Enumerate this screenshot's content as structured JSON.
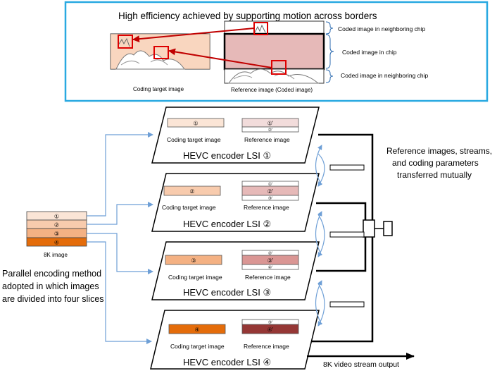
{
  "top_panel": {
    "title": "High efficiency achieved by supporting  motion across borders",
    "coding_target_caption": "Coding target image",
    "reference_caption": "Reference image (Coded image)",
    "label_upper_neighbor": "Coded image in neighboring chip",
    "label_in_chip": "Coded image in chip",
    "label_lower_neighbor": "Coded image in neighboring chip"
  },
  "input": {
    "slices": [
      "①",
      "②",
      "③",
      "④"
    ],
    "caption": "8K image",
    "description_lines": [
      "Parallel encoding method",
      "adopted in which images",
      "are divided into four slices"
    ]
  },
  "encoders": [
    {
      "name": "HEVC encoder LSI ①",
      "target_label": "Coding target image",
      "reference_label": "Reference image",
      "target_slice": "①",
      "ref_slices": [
        "①'",
        "②'"
      ]
    },
    {
      "name": "HEVC encoder LSI ②",
      "target_label": "Coding target image",
      "reference_label": "Reference image",
      "target_slice": "②",
      "ref_slices": [
        "①'",
        "②'",
        "③'"
      ]
    },
    {
      "name": "HEVC encoder LSI ③",
      "target_label": "Coding target image",
      "reference_label": "Reference image",
      "target_slice": "③",
      "ref_slices": [
        "②'",
        "③'",
        "④'"
      ]
    },
    {
      "name": "HEVC encoder LSI ④",
      "target_label": "Coding target image",
      "reference_label": "Reference image",
      "target_slice": "④",
      "ref_slices": [
        "③'",
        "④'"
      ]
    }
  ],
  "transfer_note_lines": [
    "Reference images, streams,",
    "and coding parameters",
    "transferred mutually"
  ],
  "output_label": "8K video stream output",
  "colors": {
    "panel_border": "#29a9e1",
    "slice1": "#fbe5d6",
    "slice2": "#f8cbad",
    "slice3": "#f4b183",
    "slice4": "#e46c0a",
    "ref_light": "#f2dcdb",
    "ref_mid": "#e6b9b8",
    "ref_dark": "#953735",
    "arrow_blue": "#6e9fd6",
    "arrow_red": "#c00000"
  }
}
